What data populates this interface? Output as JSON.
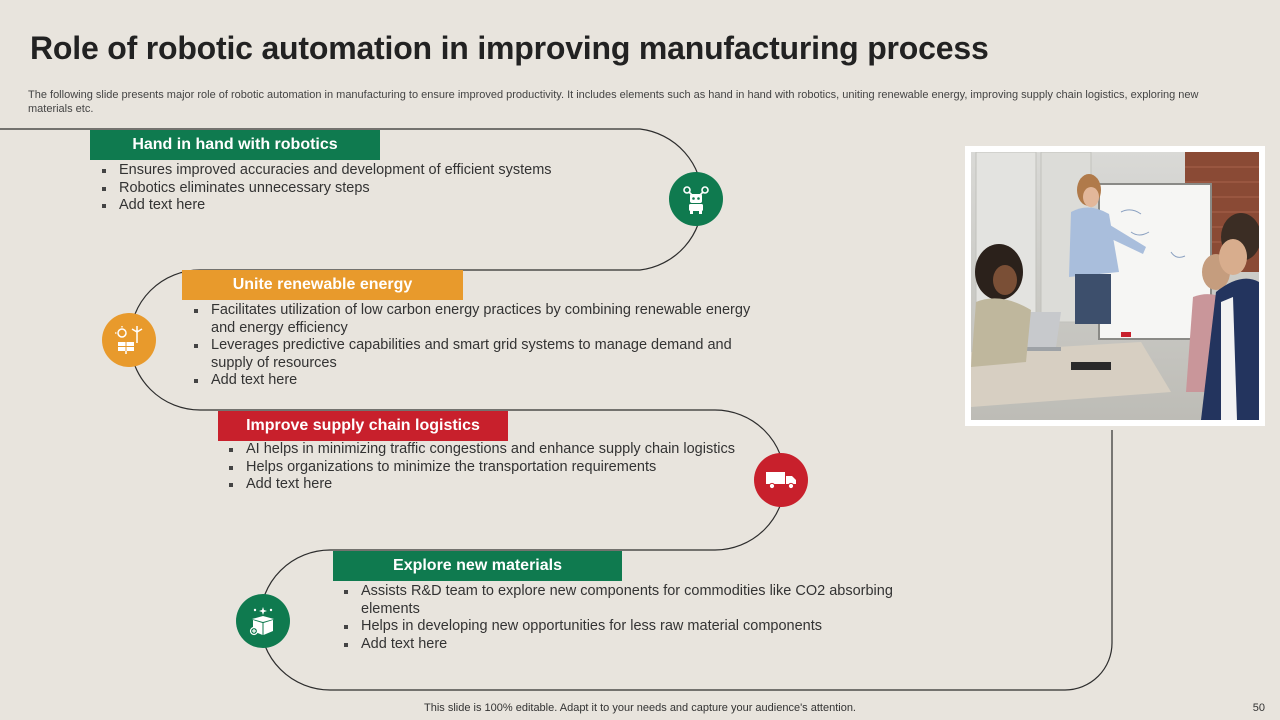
{
  "slide": {
    "title": "Role of robotic automation in improving manufacturing process",
    "subtitle": "The following slide presents major role of robotic automation in manufacturing to ensure improved productivity. It includes elements such as hand in hand with robotics, uniting renewable energy, improving supply chain logistics, exploring new materials etc.",
    "footer": "This slide is 100% editable. Adapt it to your needs and capture your audience's attention.",
    "page_number": "50"
  },
  "sections": [
    {
      "label": "Hand in hand with robotics",
      "color": "#0f7a4f",
      "icon": "robot-icon",
      "points": [
        "Ensures improved accuracies and development of efficient systems",
        "Robotics eliminates unnecessary steps",
        "Add text here"
      ]
    },
    {
      "label": "Unite renewable energy",
      "color": "#e89a2c",
      "icon": "renewable-energy-icon",
      "points": [
        "Facilitates utilization of low carbon energy practices by combining renewable energy and energy efficiency",
        "Leverages predictive capabilities and smart grid systems to manage demand and supply of resources",
        "Add text here"
      ]
    },
    {
      "label": "Improve supply chain logistics",
      "color": "#c8202c",
      "icon": "delivery-truck-icon",
      "points": [
        "AI helps in minimizing traffic congestions and enhance supply chain logistics",
        "Helps organizations to minimize the transportation requirements",
        "Add text here"
      ]
    },
    {
      "label": "Explore new materials",
      "color": "#0f7a4f",
      "icon": "new-materials-box-icon",
      "points": [
        "Assists R&D team to explore new components for commodities like CO2 absorbing elements",
        "Helps in developing new opportunities for less raw material components",
        "Add text here"
      ]
    }
  ],
  "photo": {
    "icon": "team-meeting-photo"
  }
}
